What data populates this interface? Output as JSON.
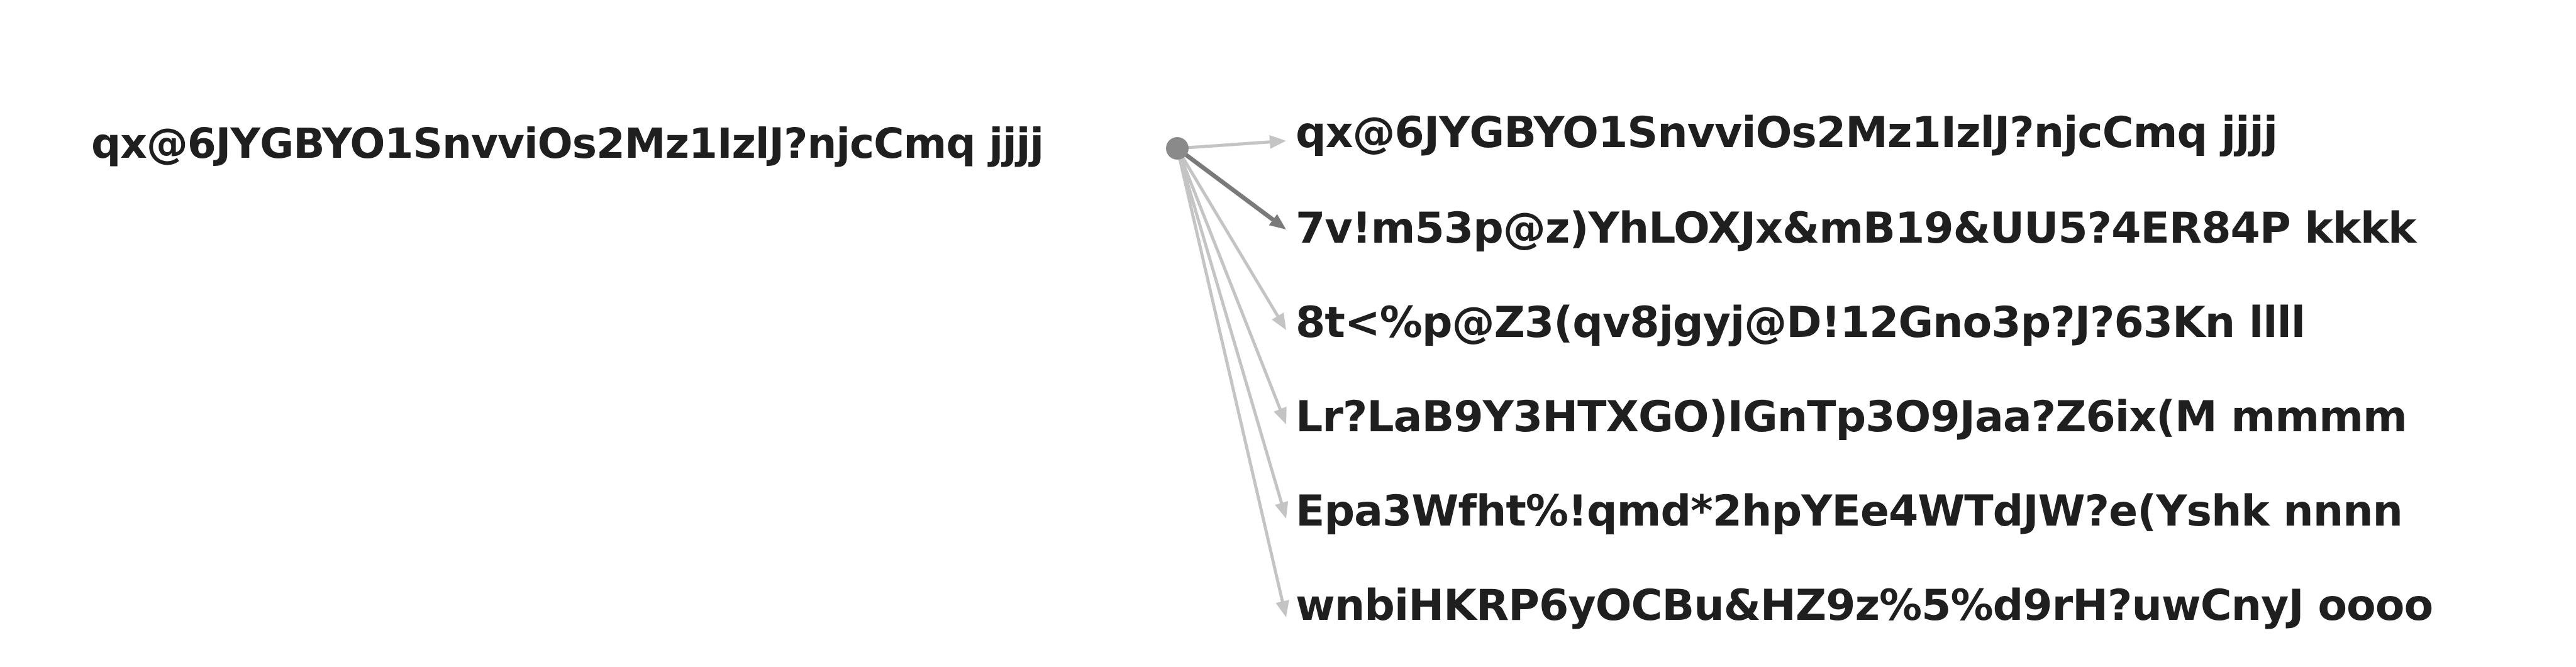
{
  "colors": {
    "text": "#1f1f1f",
    "edge": "#c4c4c4",
    "edge_highlight": "#7a7a7a",
    "node": "#8a8a8a"
  },
  "root": {
    "label": "qx@6JYGBYO1SnvviOs2Mz1IzlJ?njcCmq jjjj"
  },
  "children": [
    {
      "label": "qx@6JYGBYO1SnvviOs2Mz1IzlJ?njcCmq jjjj",
      "highlighted": false
    },
    {
      "label": "7v!m53p@z)YhLOXJx&mB19&UU5?4ER84P kkkk",
      "highlighted": true
    },
    {
      "label": "8t<%p@Z3(qv8jgyj@D!12Gno3p?J?63Kn llll",
      "highlighted": false
    },
    {
      "label": "Lr?LaB9Y3HTXGO)IGnTp3O9Jaa?Z6ix(M mmmm",
      "highlighted": false
    },
    {
      "label": "Epa3Wfht%!qmd*2hpYEe4WTdJW?e(Yshk nnnn",
      "highlighted": false
    },
    {
      "label": "wnbiHKRP6yOCBu&HZ9z%5%d9rH?uwCnyJ oooo",
      "highlighted": false
    }
  ]
}
